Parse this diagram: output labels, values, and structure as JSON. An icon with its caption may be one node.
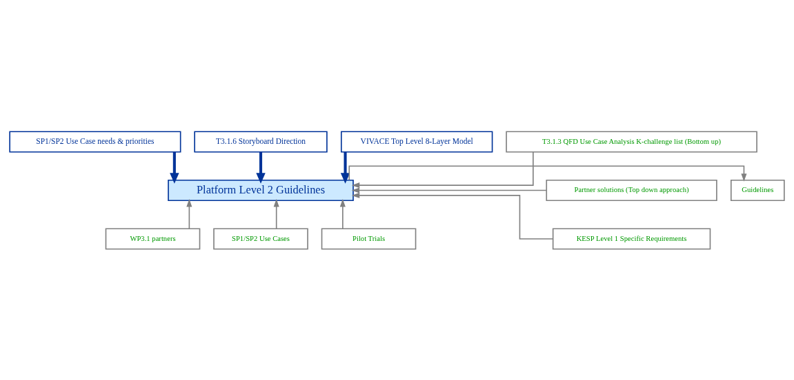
{
  "diagram": {
    "nodes": [
      {
        "text": [
          "SP1/SP2 Use Case needs & priorities"
        ]
      },
      {
        "text": [
          "T3.1.6 Storyboard Direction"
        ]
      },
      {
        "text": [
          "VIVACE Top Level 8-Layer Model"
        ]
      },
      {
        "text": [
          "T3.1.3 QFD Use Case Analysis K-challenge list (Bottom up)"
        ]
      },
      {
        "text": [
          "Partner solutions (Top down approach)"
        ]
      },
      {
        "text": [
          "KESP Level 1 Specific Requirements"
        ]
      },
      {
        "text": [
          "Platform Level 2 Guidelines"
        ]
      },
      {
        "text": [
          "Guidelines"
        ]
      },
      {
        "text": [
          "WP3.1 partners"
        ]
      },
      {
        "text": [
          "SP1/SP2 Use Cases"
        ]
      },
      {
        "text": [
          "Pilot Trials"
        ]
      }
    ],
    "edges": [
      {
        "from": 0,
        "to": 6,
        "arrow": "to",
        "style": "thick",
        "color": "#003399"
      },
      {
        "from": 1,
        "to": 6,
        "arrow": "to",
        "style": "thick",
        "color": "#003399"
      },
      {
        "from": 2,
        "to": 6,
        "arrow": "to",
        "style": "thick",
        "color": "#003399"
      },
      {
        "from": 3,
        "to": 6,
        "arrow": "to"
      },
      {
        "from": 4,
        "to": 6,
        "arrow": "to"
      },
      {
        "from": 5,
        "to": 6,
        "arrow": "to"
      },
      {
        "from": 6,
        "to": 7,
        "arrow": "to"
      },
      {
        "from": 8,
        "to": 6,
        "arrow": "to"
      },
      {
        "from": 9,
        "to": 6,
        "arrow": "to"
      },
      {
        "from": 10,
        "to": 6,
        "arrow": "to"
      }
    ]
  }
}
